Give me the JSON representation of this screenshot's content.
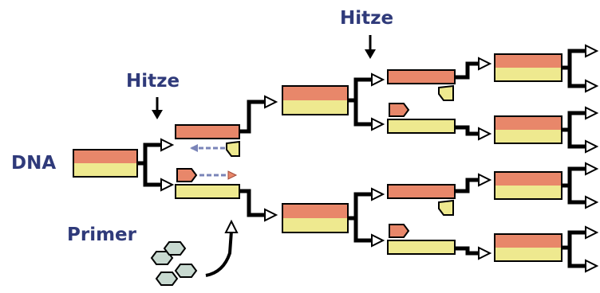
{
  "labels": {
    "dna": "DNA",
    "heat_left": "Hitze",
    "heat_right": "Hitze",
    "primer": "Primer"
  },
  "colors": {
    "strand_top": "#e8876a",
    "strand_bottom": "#eee98f",
    "outline": "#000000",
    "label": "#2f3a7a",
    "primer_fill": "#c8d9d0",
    "arrow_fill": "#ffffff"
  },
  "icons": {
    "heat_arrow": "down-arrow-icon",
    "primer_molecules": "primer-pieces-icon",
    "branch_connector": "branch-arrow-icon"
  }
}
